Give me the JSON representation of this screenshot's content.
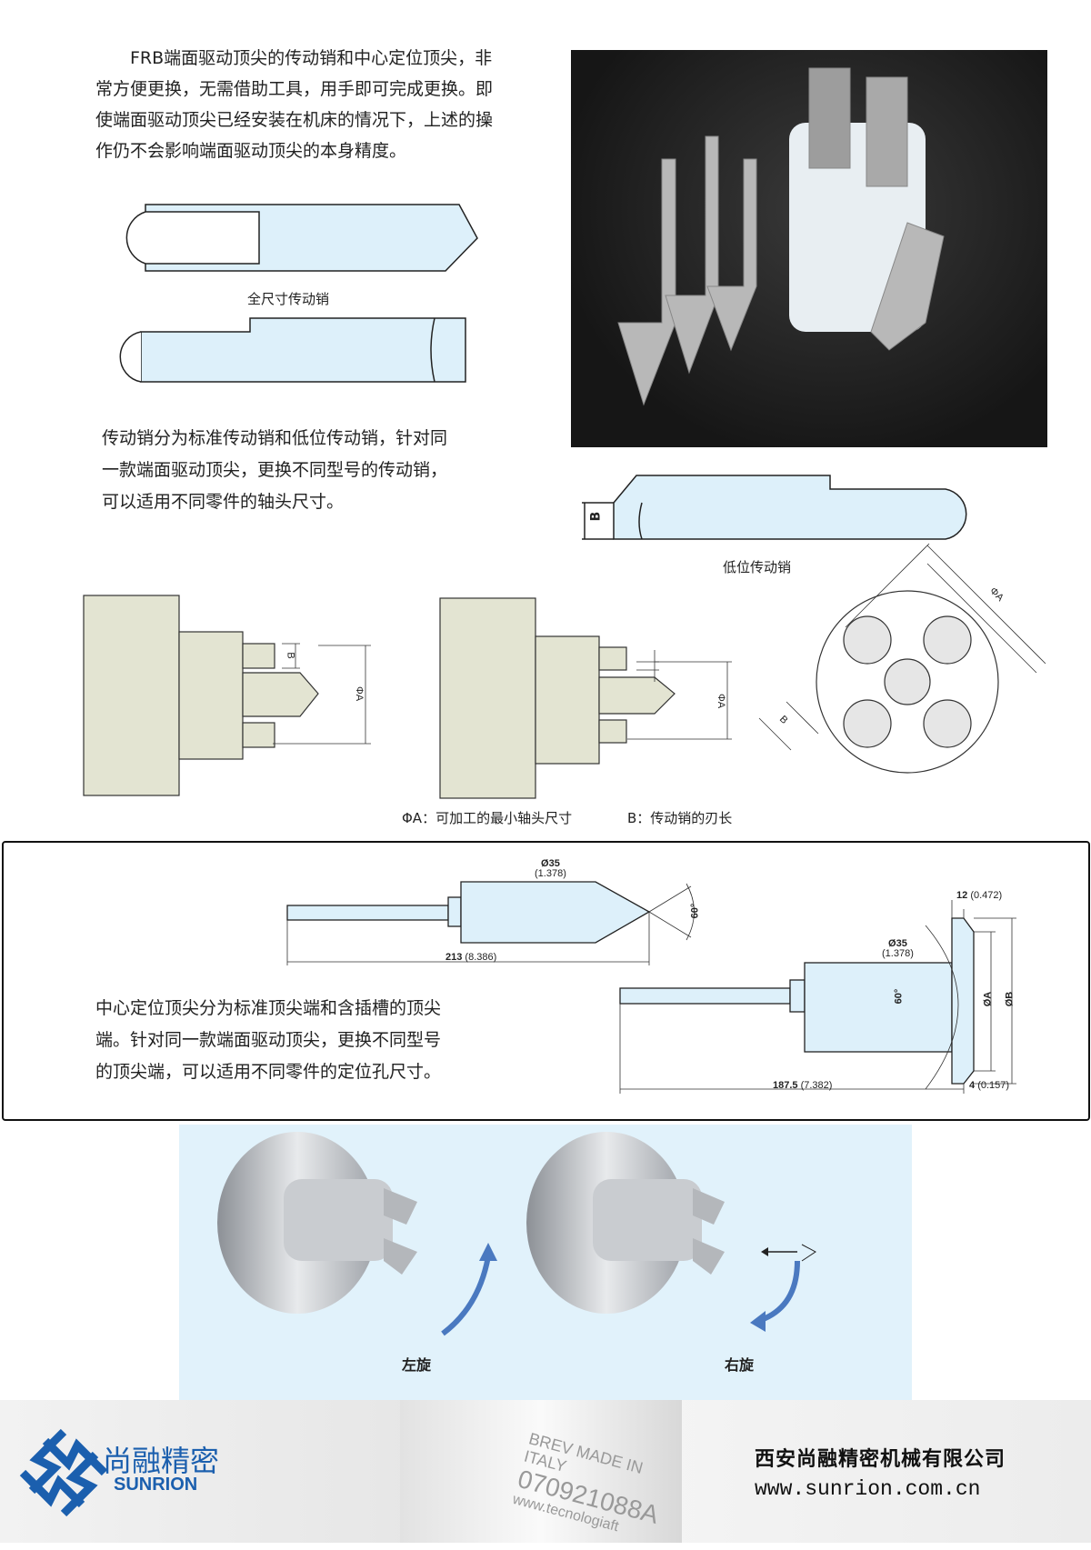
{
  "intro": {
    "lines": [
      "　　FRB端面驱动顶尖的传动销和中心定位顶尖，非",
      "常方便更换，无需借助工具，用手即可完成更换。即",
      "使端面驱动顶尖已经安装在机床的情况下，上述的操",
      "作仍不会影响端面驱动顶尖的本身精度。"
    ]
  },
  "pins": {
    "full_label": "全尺寸传动销",
    "low_label": "低位传动销",
    "b_label": "B",
    "desc_lines": [
      "传动销分为标准传动销和低位传动销，针对同",
      "一款端面驱动顶尖，更换不同型号的传动销，",
      "可以适用不同零件的轴头尺寸。"
    ]
  },
  "diagram": {
    "dim_a": "ΦA",
    "dim_b": "B",
    "caption_a": "ΦA：可加工的最小轴头尺寸",
    "caption_b": "B：传动销的刃长"
  },
  "center": {
    "d1": "Ø35",
    "d1_in": "(1.378)",
    "len1": "213",
    "len1_in": "(8.386)",
    "angle": "60°",
    "d2": "Ø35",
    "d2_in": "(1.378)",
    "len2": "187.5",
    "len2_in": "(7.382)",
    "w12": "12",
    "w12_in": "(0.472)",
    "w4": "4",
    "w4_in": "(0.157)",
    "oa": "ØA",
    "ob": "ØB",
    "desc_lines": [
      "中心定位顶尖分为标准顶尖端和含插槽的顶尖",
      "端。针对同一款端面驱动顶尖，更换不同型号",
      "的顶尖端，可以适用不同零件的定位孔尺寸。"
    ]
  },
  "rotation": {
    "left": "左旋",
    "right": "右旋"
  },
  "footer": {
    "brand_cn": "尚融精密",
    "brand_en": "SUNRION",
    "company": "西安尚融精密机械有限公司",
    "website": "www.sunrion.com.cn",
    "photo_text1": "BREV MADE IN ITALY",
    "photo_text2": "070921088A",
    "photo_text3": "www.tecnologiaft"
  },
  "colors": {
    "part_fill": "#ddf0fa",
    "body_fill": "#e3e4d2",
    "panel": "#e1f2fb",
    "brand_blue": "#1b5fae"
  }
}
